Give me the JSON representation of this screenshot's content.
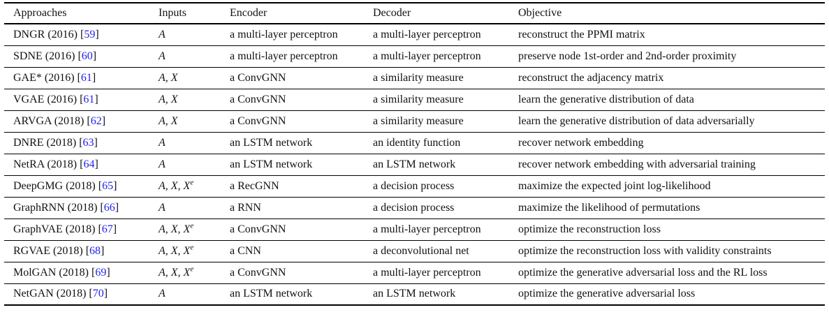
{
  "colors": {
    "citation_blue": "#2222EE",
    "text": "#111111",
    "rule": "#000000",
    "background": "#FFFFFF"
  },
  "citation": {
    "open": "[",
    "close": "]"
  },
  "columns": [
    "Approaches",
    "Inputs",
    "Encoder",
    "Decoder",
    "Objective"
  ],
  "rows": [
    {
      "approach": "DNGR (2016)",
      "ref": "59",
      "inputs": "A",
      "inputs_sup": "",
      "encoder": "a multi-layer perceptron",
      "decoder": "a multi-layer perceptron",
      "objective": "reconstruct the PPMI matrix"
    },
    {
      "approach": "SDNE (2016)",
      "ref": "60",
      "inputs": "A",
      "inputs_sup": "",
      "encoder": "a multi-layer perceptron",
      "decoder": "a multi-layer perceptron",
      "objective": "preserve node 1st-order and 2nd-order proximity"
    },
    {
      "approach": "GAE* (2016)",
      "ref": "61",
      "inputs": "A, X",
      "inputs_sup": "",
      "encoder": "a ConvGNN",
      "decoder": "a similarity measure",
      "objective": "reconstruct the adjacency matrix"
    },
    {
      "approach": "VGAE (2016)",
      "ref": "61",
      "inputs": "A, X",
      "inputs_sup": "",
      "encoder": "a ConvGNN",
      "decoder": "a similarity measure",
      "objective": "learn the generative distribution of data"
    },
    {
      "approach": "ARVGA (2018)",
      "ref": "62",
      "inputs": "A, X",
      "inputs_sup": "",
      "encoder": "a ConvGNN",
      "decoder": "a similarity measure",
      "objective": "learn the generative distribution of data adversarially"
    },
    {
      "approach": "DNRE (2018)",
      "ref": "63",
      "inputs": "A",
      "inputs_sup": "",
      "encoder": "an LSTM network",
      "decoder": "an identity function",
      "objective": "recover network embedding"
    },
    {
      "approach": "NetRA (2018)",
      "ref": "64",
      "inputs": "A",
      "inputs_sup": "",
      "encoder": "an LSTM network",
      "decoder": "an LSTM network",
      "objective": "recover network embedding with adversarial training"
    },
    {
      "approach": "DeepGMG (2018)",
      "ref": "65",
      "inputs": "A, X, X",
      "inputs_sup": "e",
      "encoder": "a RecGNN",
      "decoder": "a decision process",
      "objective": "maximize the expected joint log-likelihood"
    },
    {
      "approach": "GraphRNN (2018)",
      "ref": "66",
      "inputs": "A",
      "inputs_sup": "",
      "encoder": "a RNN",
      "decoder": "a decision process",
      "objective": "maximize the likelihood of permutations"
    },
    {
      "approach": "GraphVAE (2018)",
      "ref": "67",
      "inputs": "A, X, X",
      "inputs_sup": "e",
      "encoder": "a ConvGNN",
      "decoder": "a multi-layer perceptron",
      "objective": "optimize the reconstruction loss"
    },
    {
      "approach": "RGVAE (2018)",
      "ref": "68",
      "inputs": "A, X, X",
      "inputs_sup": "e",
      "encoder": "a CNN",
      "decoder": "a deconvolutional net",
      "objective": "optimize the reconstruction loss with validity constraints"
    },
    {
      "approach": "MolGAN (2018)",
      "ref": "69",
      "inputs": "A, X, X",
      "inputs_sup": "e",
      "encoder": "a ConvGNN",
      "decoder": "a multi-layer perceptron",
      "objective": "optimize the generative adversarial loss and the RL loss"
    },
    {
      "approach": "NetGAN (2018)",
      "ref": "70",
      "inputs": "A",
      "inputs_sup": "",
      "encoder": "an LSTM network",
      "decoder": "an LSTM network",
      "objective": "optimize the generative adversarial loss"
    }
  ]
}
